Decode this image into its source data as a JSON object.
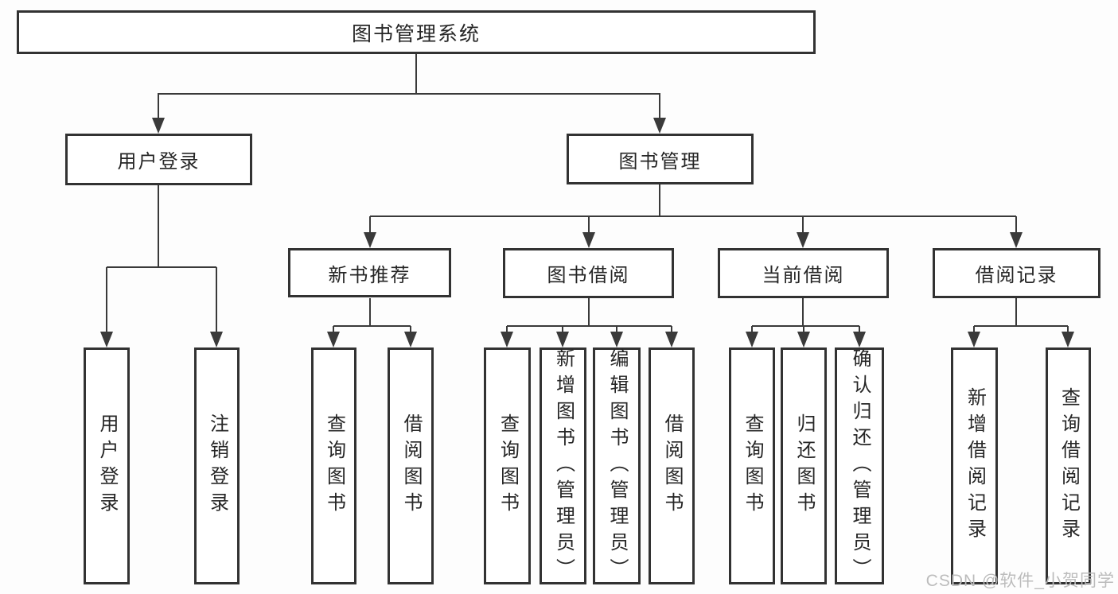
{
  "diagram_title": "图书管理系统",
  "nodes": {
    "root": "图书管理系统",
    "user_login": "用户登录",
    "book_mgmt": "图书管理",
    "new_book_rec": "新书推荐",
    "book_borrow": "图书借阅",
    "current_borrow": "当前借阅",
    "borrow_record": "借阅记录",
    "ul_user_login": "用户登录",
    "ul_logout": "注销登录",
    "nbr_query_book": "查询图书",
    "nbr_borrow_book": "借阅图书",
    "bb_query_book": "查询图书",
    "bb_add_book": "新增图书（管理员）",
    "bb_edit_book": "编辑图书（管理员）",
    "bb_borrow_book": "借阅图书",
    "cb_query_book": "查询图书",
    "cb_return_book": "归还图书",
    "cb_confirm_return": "确认归还（管理员）",
    "br_add_record": "新增借阅记录",
    "br_query_record": "查询借阅记录"
  },
  "structure": {
    "图书管理系统": {
      "用户登录": [
        "用户登录",
        "注销登录"
      ],
      "图书管理": {
        "新书推荐": [
          "查询图书",
          "借阅图书"
        ],
        "图书借阅": [
          "查询图书",
          "新增图书（管理员）",
          "编辑图书（管理员）",
          "借阅图书"
        ],
        "当前借阅": [
          "查询图书",
          "归还图书",
          "确认归还（管理员）"
        ],
        "借阅记录": [
          "新增借阅记录",
          "查询借阅记录"
        ]
      }
    }
  },
  "watermark": "CSDN @软件_小贺同学",
  "colors": {
    "line": "#3a3a3a",
    "border": "#323232",
    "text": "#262626",
    "watermark": "#bcbcbc",
    "background": "#fdfdfd"
  }
}
